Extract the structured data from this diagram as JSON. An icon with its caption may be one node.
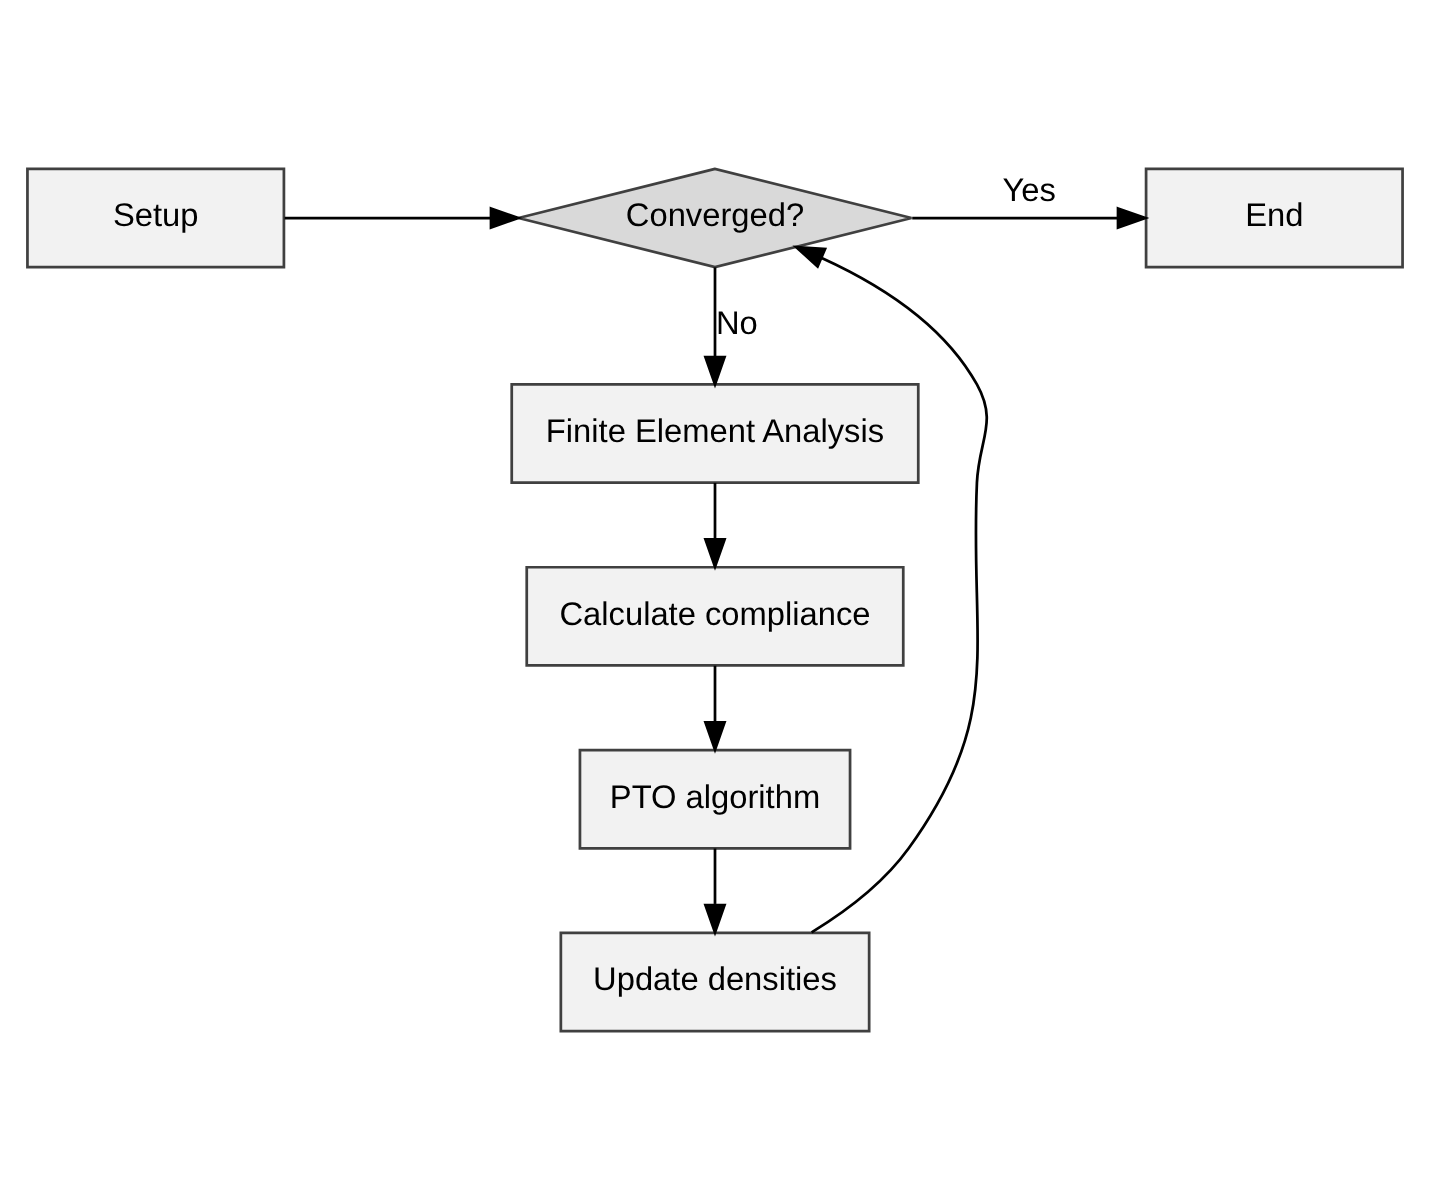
{
  "diagram": {
    "nodes": [
      {
        "text": [
          "Setup"
        ]
      },
      {
        "text": [
          "Converged?"
        ]
      },
      {
        "text": [
          "End"
        ]
      },
      {
        "text": [
          "Finite Element Analysis"
        ]
      },
      {
        "text": [
          "Calculate compliance"
        ]
      },
      {
        "text": [
          "PTO algorithm"
        ]
      },
      {
        "text": [
          "Update densities"
        ]
      }
    ],
    "edges": [
      {
        "from": 0,
        "to": 1,
        "arrow": "to"
      },
      {
        "from": 1,
        "to": 2,
        "label": "Yes",
        "arrow": "to"
      },
      {
        "from": 1,
        "to": 3,
        "label": "No",
        "arrow": "to"
      },
      {
        "from": 3,
        "to": 4,
        "arrow": "to"
      },
      {
        "from": 4,
        "to": 5,
        "arrow": "to"
      },
      {
        "from": 5,
        "to": 6,
        "arrow": "to"
      },
      {
        "from": 6,
        "to": 1,
        "arrow": "to"
      }
    ]
  }
}
